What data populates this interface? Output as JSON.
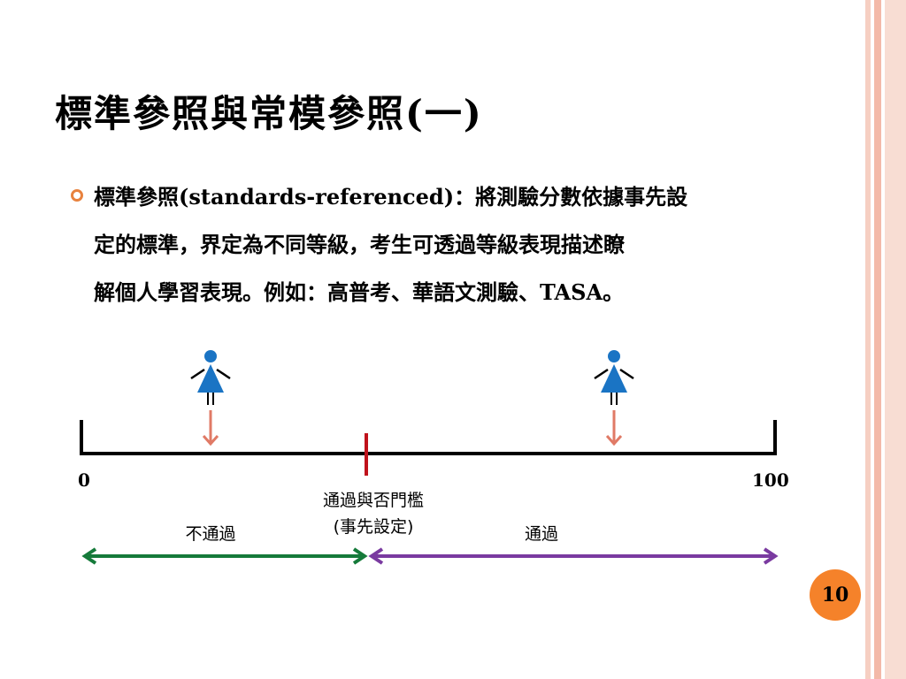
{
  "slide": {
    "title": "標準參照與常模參照(一)",
    "body_lines": [
      "標準參照(standards-referenced)：將測驗分數依據事先設",
      "定的標準，界定為不同等級，考生可透過等級表現描述瞭",
      "解個人學習表現。例如：高普考、華語文測驗、TASA。"
    ],
    "page_number": "10"
  },
  "diagram": {
    "scale_min_label": "0",
    "scale_max_label": "100",
    "threshold_label_line1": "通過與否門檻",
    "threshold_label_line2": "(事先設定)",
    "fail_label": "不通過",
    "pass_label": "通過",
    "colors": {
      "person": "#1a74c4",
      "down_arrow": "#e07a66",
      "threshold": "#c0121c",
      "fail_arrow": "#157a3a",
      "pass_arrow": "#7a3aa0",
      "page_badge": "#f5822a",
      "bullet": "#e8823e"
    }
  }
}
